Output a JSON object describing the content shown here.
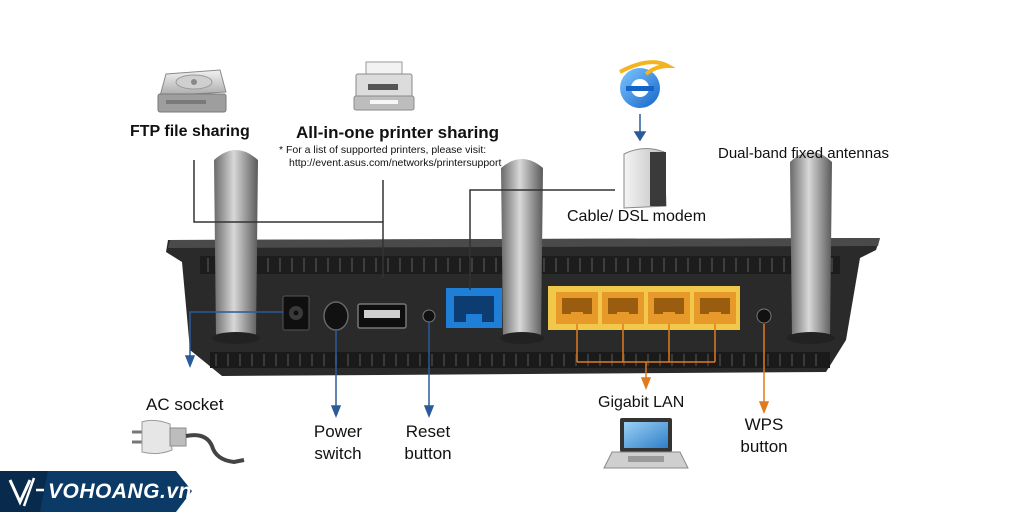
{
  "labels": {
    "ftp": "FTP file sharing",
    "printer": "All-in-one printer sharing",
    "printer_note_1": "* For a list of supported printers, please visit:",
    "printer_note_2": "http://event.asus.com/networks/printersupport",
    "modem": "Cable/ DSL modem",
    "antennas": "Dual-band fixed antennas",
    "ac_socket": "AC socket",
    "power_1": "Power",
    "power_2": "switch",
    "reset_1": "Reset",
    "reset_2": "button",
    "lan": "Gigabit LAN",
    "wps_1": "WPS",
    "wps_2": "button"
  },
  "brand": {
    "name": "VOHOANG.vn",
    "color": "#0b3a66"
  },
  "colors": {
    "router_body": "#2a2a2a",
    "wan_port": "#1f7fd6",
    "lan_panel": "#f2c84b",
    "lan_port": "#e79a2a",
    "blue_line": "#2a5a9a",
    "orange_line": "#e07a20",
    "black_line": "#333333"
  },
  "icons": [
    "hard-drive-icon",
    "printer-icon",
    "internet-explorer-icon",
    "modem-icon",
    "power-plug-icon",
    "laptop-icon"
  ]
}
